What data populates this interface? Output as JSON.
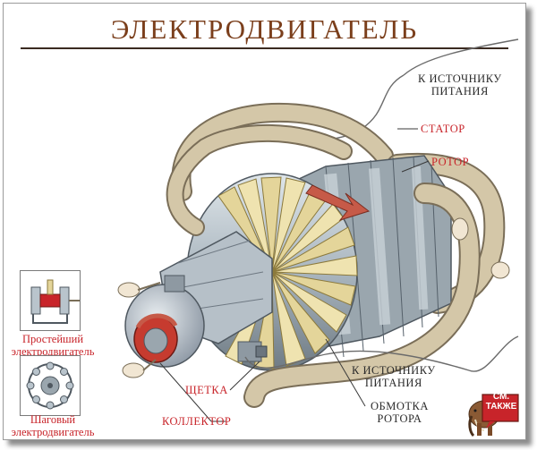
{
  "title": "ЭЛЕКТРОДВИГАТЕЛЬ",
  "labels": {
    "power_top_1": "К ИСТОЧНИКУ",
    "power_top_2": "ПИТАНИЯ",
    "stator": "СТАТОР",
    "rotor": "РОТОР",
    "power_bottom_1": "К ИСТОЧНИКУ",
    "power_bottom_2": "ПИТАНИЯ",
    "brush": "ЩЕТКА",
    "commutator": "КОЛЛЕКТОР",
    "winding_1": "ОБМОТКА",
    "winding_2": "РОТОРА"
  },
  "insets": {
    "simple_1": "Простейший",
    "simple_2": "электродвигатель",
    "stepper_1": "Шаговый",
    "stepper_2": "электродвигатель"
  },
  "see_also": {
    "line1": "СМ.",
    "line2": "ТАКЖЕ"
  },
  "colors": {
    "title": "#7b3f1c",
    "label_red": "#c8242a",
    "cable": "#d4c7a8",
    "cable_edge": "#7a6e58",
    "steel": "#b9c4cc",
    "steel_dark": "#7b8790",
    "winding": "#e4d59a",
    "arrow": "#c65a48"
  }
}
